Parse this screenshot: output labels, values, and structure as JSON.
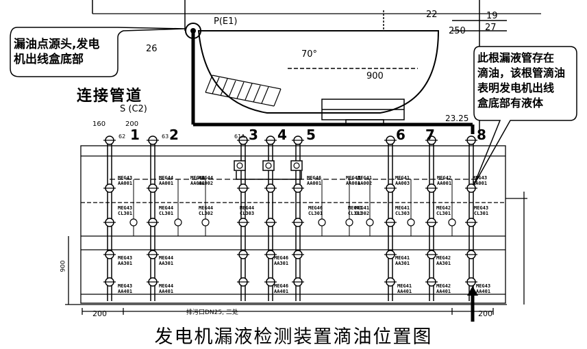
{
  "caption": "发电机漏液检测装置滴油位置图",
  "callouts": {
    "left_line1": "漏油点源头,发电",
    "left_line2": "机出线盒底部",
    "right_line1": "此根漏液管存在",
    "right_line2": "滴油，该根管滴油",
    "right_line3": "表明发电机出线",
    "right_line4": "盒底部有液体"
  },
  "section_title": "连接管道",
  "top_labels": {
    "p_e1": "P(E1)",
    "s_c2": "S (C2)",
    "angle": "70°",
    "d900": "900",
    "d26": "26",
    "d250": "250",
    "d22": "22",
    "d19": "19",
    "d27": "27",
    "d23_25": "23.25",
    "d160": "160",
    "d200": "200",
    "d62": "62",
    "d63": "63",
    "d61a": "61A"
  },
  "pipe_numbers": [
    "1",
    "2",
    "3",
    "4",
    "5",
    "6",
    "7",
    "8"
  ],
  "tags_row1": [
    "MEG43\nAA001",
    "MEG44\nAA001",
    "MEG44\nAA002",
    "MEG44\nAA001",
    "MEG46\nAA001",
    "MEG41\nAA001",
    "MEG41\nAA002",
    "MEG41\nAA003",
    "MEG42\nAA001",
    "MEG43\nAA001"
  ],
  "tags_row2": [
    "MEG43\nCL301",
    "MEG44\nCL301",
    "MEG44\nCL302",
    "MEG44\nCL303",
    "MEG46\nCL301",
    "MEG41\nCL301",
    "MEG41\nCL302",
    "MEG41\nCL303",
    "MEG42\nCL301",
    "MEG43\nCL301"
  ],
  "tags_row3": [
    "MEG43\nAA301",
    "MEG44\nAA301",
    "MEG46\nAA301",
    "MEG41\nAA301",
    "MEG42\nAA301"
  ],
  "tags_row4": [
    "MEG43\nAA401",
    "MEG44\nAA401",
    "MEG46\nAA401",
    "MEG41\nAA401",
    "MEG42\nAA401",
    "MEG43\nAA401"
  ],
  "bottom_labels": {
    "d200_left": "200",
    "d200_right": "200",
    "drain": "排污口DN25, 二处",
    "d900_side": "900"
  }
}
